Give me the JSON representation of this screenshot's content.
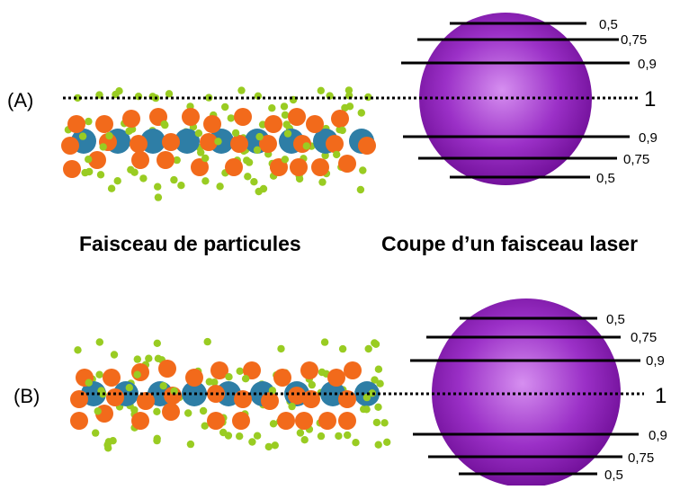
{
  "panels": [
    {
      "label": "(A)",
      "intensity_levels": [
        "0,5",
        "0,75",
        "0,9",
        "1",
        "0,9",
        "0,75",
        "0,5"
      ]
    },
    {
      "label": "(B)",
      "intensity_levels": [
        "0,5",
        "0,75",
        "0,9",
        "1",
        "0,9",
        "0,75",
        "0,5"
      ]
    }
  ],
  "captions": {
    "particle_beam": "Faisceau de particules",
    "laser_section": "Coupe d’un faisceau laser"
  },
  "colors": {
    "large_particle": "#2e7ea6",
    "medium_particle": "#f26a1b",
    "small_particle": "#99cc22",
    "laser_center": "#d68ff0",
    "laser_mid": "#9b30c7",
    "laser_edge": "#6a0a91",
    "line": "#000000"
  }
}
